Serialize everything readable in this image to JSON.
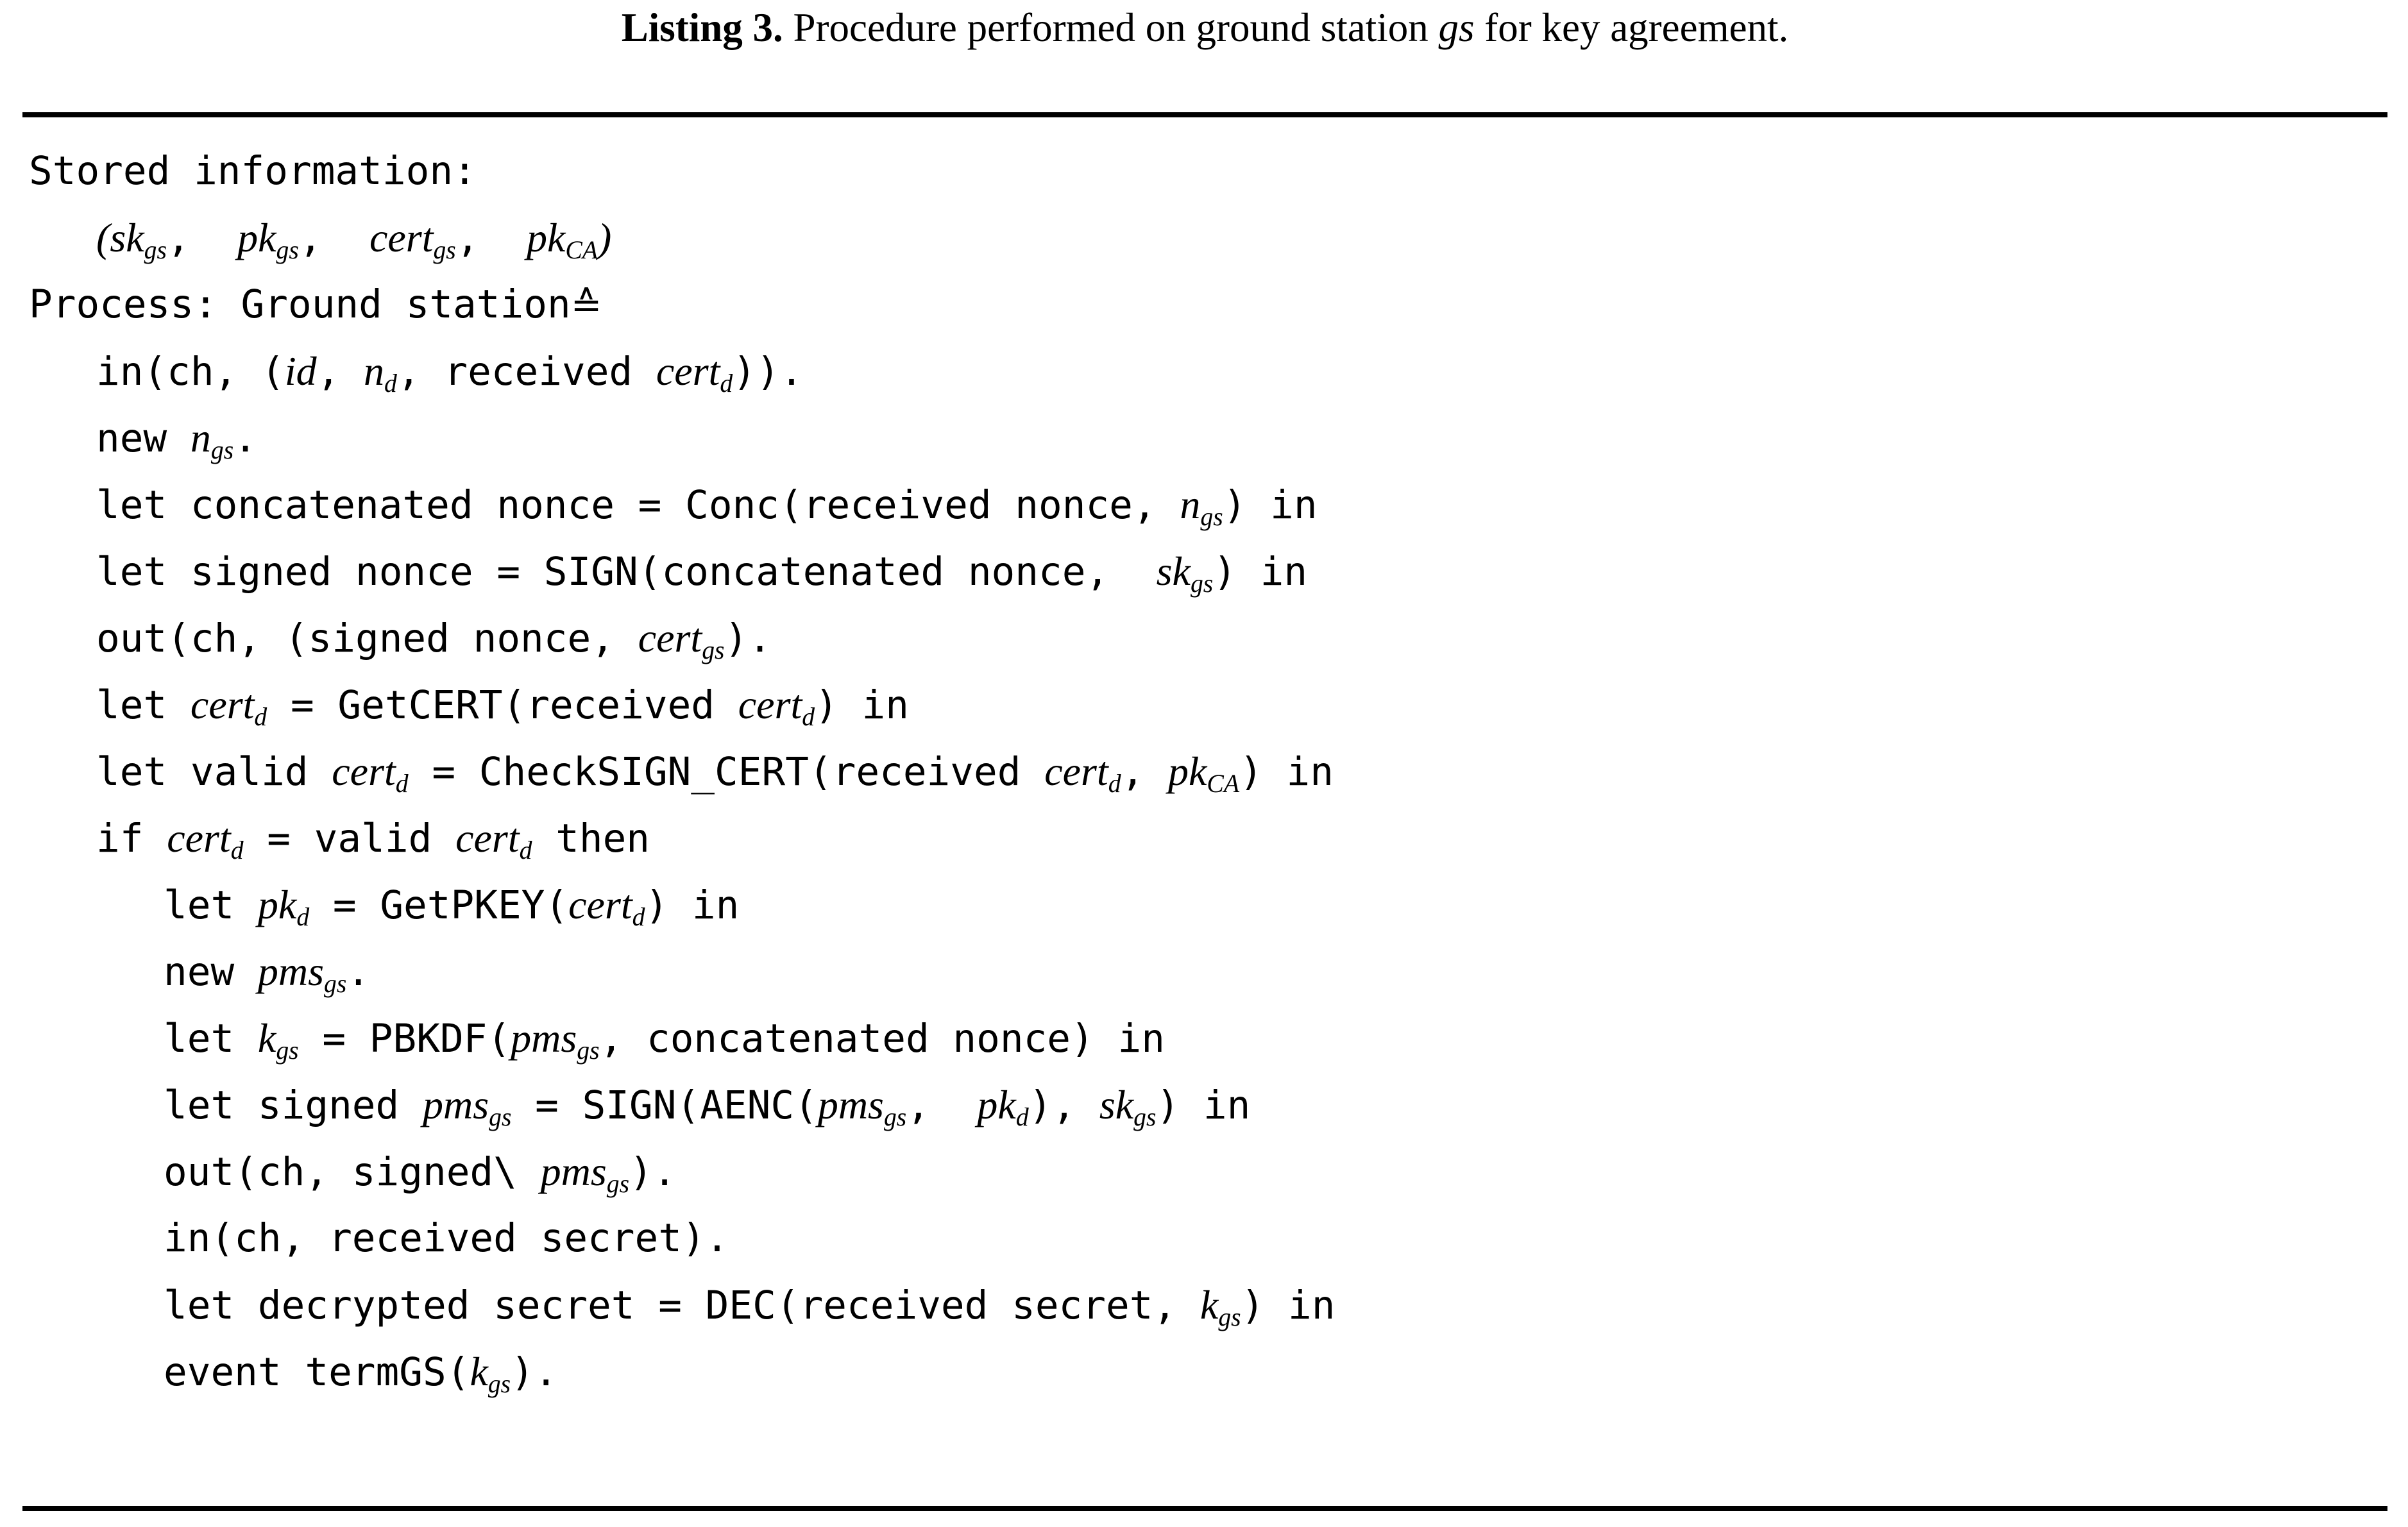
{
  "caption": {
    "label": "Listing 3.",
    "text_before": " Procedure performed on ground station ",
    "italic_term": "gs",
    "text_after": " for key agreement."
  },
  "rules": {
    "color": "#000000",
    "top": "top-rule",
    "bottom": "bottom-rule"
  },
  "code": {
    "lines": [
      {
        "indent": 0,
        "id": "stored-information-header"
      },
      {
        "indent": 1,
        "id": "stored-keys-tuple"
      },
      {
        "indent": 0,
        "id": "process-header"
      },
      {
        "indent": 1,
        "id": "in-ch-id-nonce-cert"
      },
      {
        "indent": 1,
        "id": "new-nonce-gs"
      },
      {
        "indent": 1,
        "id": "let-concatenated-nonce"
      },
      {
        "indent": 1,
        "id": "let-signed-nonce"
      },
      {
        "indent": 1,
        "id": "out-ch-signed-nonce-cert"
      },
      {
        "indent": 1,
        "id": "let-cert-d-getcert"
      },
      {
        "indent": 1,
        "id": "let-valid-cert-d-checksign"
      },
      {
        "indent": 1,
        "id": "if-cert-d-valid-then"
      },
      {
        "indent": 2,
        "id": "let-pk-d-getpkey"
      },
      {
        "indent": 2,
        "id": "new-pms-gs"
      },
      {
        "indent": 2,
        "id": "let-k-gs-pbkdf"
      },
      {
        "indent": 2,
        "id": "let-signed-pms-sign-aenc"
      },
      {
        "indent": 2,
        "id": "out-ch-signed-pms"
      },
      {
        "indent": 2,
        "id": "in-ch-received-secret"
      },
      {
        "indent": 2,
        "id": "let-decrypted-secret-dec"
      },
      {
        "indent": 2,
        "id": "event-termgs"
      }
    ],
    "text": {
      "stored_information_header": "Stored information:",
      "sk_base": "sk",
      "sk_sub": "gs",
      "pk_base": "pk",
      "pk_sub": "gs",
      "cert_base": "cert",
      "cert_sub": "gs",
      "pkca_base": "pk",
      "pkca_sub": "CA",
      "paren_open": "(",
      "comma_sp": ",  ",
      "paren_close": ")",
      "process_header": "Process: Ground station",
      "defeq_symbol": "≙",
      "in_ch_open": "in(ch, (",
      "id_term": "id",
      "comma": ", ",
      "n_base": "n",
      "n_sub_d": "d",
      "received_cert": "received ",
      "certd_base": "cert",
      "certd_sub": "d",
      "close_close_dot": ")).",
      "new_kw": "new ",
      "ngs_base": "n",
      "ngs_sub": "gs",
      "dot": ".",
      "let_concatenated_nonce_eq": "let concatenated nonce = Conc(received nonce, ",
      "close_in": ") in",
      "let_signed_nonce_eq": "let signed nonce = SIGN(concatenated nonce,  ",
      "skgs_base": "sk",
      "skgs_sub": "gs",
      "out_signed_nonce": "out(ch, (signed nonce, ",
      "close_dot": ").",
      "let_kw": "let ",
      "eq_getcert": " = GetCERT(received ",
      "close_in_plain": ") in",
      "let_valid": "let valid ",
      "eq_checksign": " = CheckSIGN_CERT(received ",
      "if_kw": "if ",
      "eq_valid": " = valid ",
      "then_kw": " then",
      "pkd_base": "pk",
      "pkd_sub": "d",
      "eq_getpkey": " = GetPKEY(",
      "pms_base": "pms",
      "pms_sub": "gs",
      "kgs_base": "k",
      "kgs_sub": "gs",
      "eq_pbkdf": " = PBKDF(",
      "comma_concatenated_nonce_in": ", concatenated nonce) in",
      "let_signed": "let signed ",
      "eq_sign_aenc": " = SIGN(AENC(",
      "close_paren_comma": "), ",
      "out_signed_pms": "out(ch, signed\\ ",
      "in_received_secret": "in(ch, received secret).",
      "let_decrypted_secret": "let decrypted secret = DEC(received secret, ",
      "event_termgs": "event termGS(",
      "close_dot_plain": ")."
    }
  }
}
